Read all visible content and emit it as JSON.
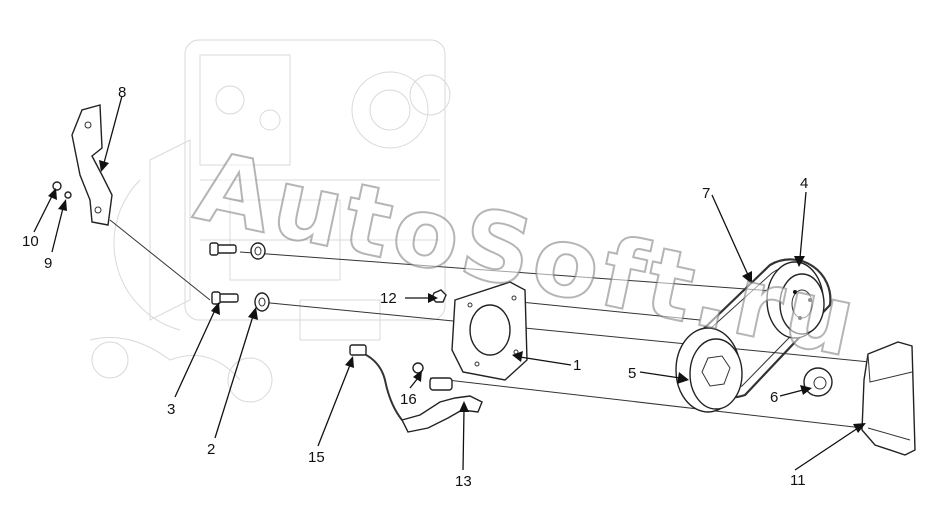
{
  "watermark": "AutoSoft.ru",
  "callouts": [
    "1",
    "2",
    "3",
    "4",
    "5",
    "6",
    "7",
    "8",
    "9",
    "10",
    "11",
    "12",
    "13",
    "15",
    "16"
  ]
}
